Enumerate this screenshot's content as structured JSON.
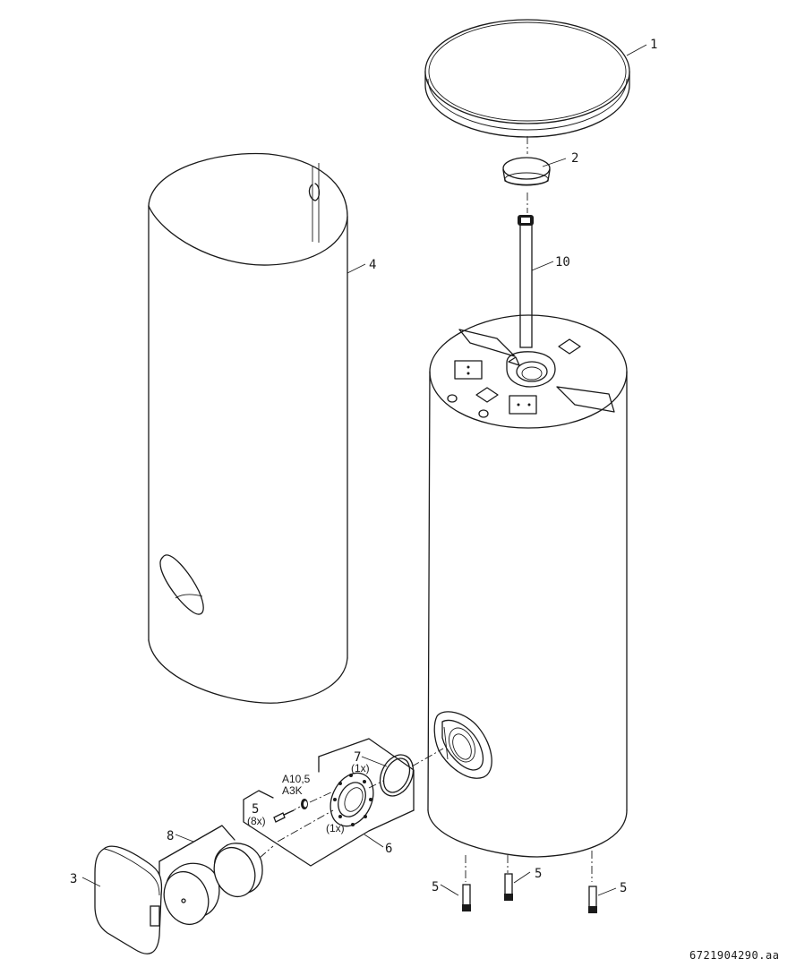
{
  "callouts": {
    "c1": "1",
    "c2": "2",
    "c3": "3",
    "c4": "4",
    "c5_left": "5",
    "c5_bottom_left": "5",
    "c5_bottom_mid": "5",
    "c5_bottom_right": "5",
    "c6": "6",
    "c7": "7",
    "c8": "8",
    "c10": "10"
  },
  "quantities": {
    "screws": "(8x)",
    "gasket": "(1x)",
    "flange": "(1x)"
  },
  "anode_labels": {
    "line1": "A10,5",
    "line2": "A3K"
  },
  "drawing_code": "6721904290.aa"
}
